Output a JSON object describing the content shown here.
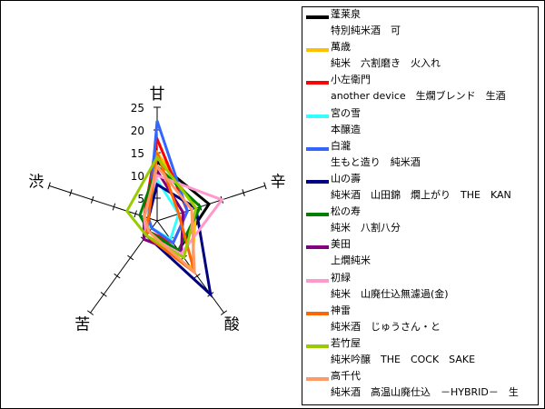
{
  "chart_data": {
    "type": "radar",
    "axes": [
      "甘",
      "辛",
      "酸",
      "苦",
      "渋"
    ],
    "rlim": [
      0,
      25
    ],
    "tick_values": [
      5,
      10,
      15,
      20,
      25
    ],
    "tick_labels": [
      "5",
      "10",
      "15",
      "20",
      "25"
    ],
    "grid": false,
    "legend_position": "right",
    "series": [
      {
        "name": "蓬莱泉",
        "description": "特別純米酒　可",
        "color": "#000000",
        "values": [
          13,
          12,
          8,
          3,
          3
        ]
      },
      {
        "name": "萬歳",
        "description": "純米　六割磨き　火入れ",
        "color": "#ffc000",
        "values": [
          15,
          9,
          13,
          4,
          2
        ]
      },
      {
        "name": "小左衛門",
        "description": "another device　生燗ブレンド　生酒",
        "color": "#ff0000",
        "values": [
          18,
          7,
          6,
          3,
          3
        ]
      },
      {
        "name": "宮の雪",
        "description": "本醸造",
        "color": "#33ffff",
        "values": [
          9,
          5,
          5,
          2,
          3
        ]
      },
      {
        "name": "白瀧",
        "description": "生もと造り　純米酒",
        "color": "#3366ff",
        "values": [
          22,
          7,
          6,
          2,
          2
        ]
      },
      {
        "name": "山の壽",
        "description": "純米酒　山田錦　燗上がり　THE　KAN",
        "color": "#000080",
        "values": [
          8,
          9,
          20,
          4,
          2
        ]
      },
      {
        "name": "松の寿",
        "description": "純米　八割八分",
        "color": "#008000",
        "values": [
          12,
          10,
          8,
          3,
          4
        ]
      },
      {
        "name": "美田",
        "description": "上燗純米",
        "color": "#800080",
        "values": [
          11,
          6,
          9,
          5,
          3
        ]
      },
      {
        "name": "初緑",
        "description": "純米　山廃仕込無濾過(金)",
        "color": "#ff99cc",
        "values": [
          10,
          15,
          9,
          4,
          3
        ]
      },
      {
        "name": "神雷",
        "description": "純米酒　じゅうさん・と",
        "color": "#ff6600",
        "values": [
          15,
          5,
          14,
          4,
          2
        ]
      },
      {
        "name": "若竹屋",
        "description": "純米吟醸　THE　COCK　SAKE",
        "color": "#99cc00",
        "values": [
          14,
          9,
          10,
          4,
          7
        ]
      },
      {
        "name": "高千代",
        "description": "純米酒　高温山廃仕込　－HYBRID－　生",
        "color": "#ff9966",
        "values": [
          12,
          8,
          14,
          3,
          3
        ]
      }
    ]
  }
}
